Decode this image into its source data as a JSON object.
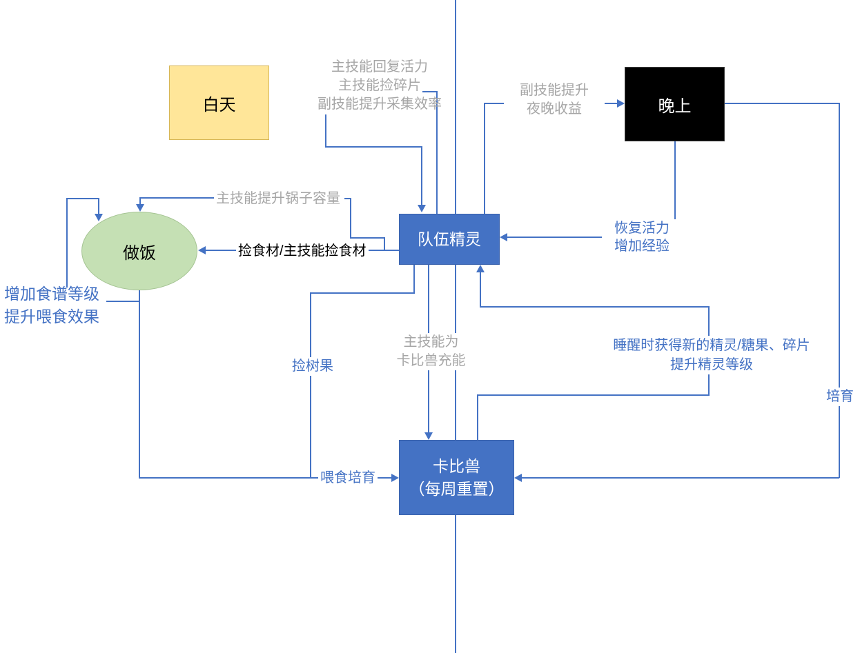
{
  "colors": {
    "line_blue": "#4472C4",
    "node_blue": "#4472C4",
    "day_yellow": "#FFE699",
    "night_black": "#000000",
    "cooking_green": "#C5E0B4",
    "label_gray": "#A6A6A6",
    "label_blue": "#4472C4"
  },
  "nodes": {
    "day": "白天",
    "night": "晚上",
    "team": "队伍精灵",
    "cooking": "做饭",
    "snorlax": {
      "line1": "卡比兽",
      "line2": "（每周重置）"
    }
  },
  "labels": {
    "team_skills": {
      "line1": "主技能回复活力",
      "line2": "主技能捡碎片",
      "line3": "副技能提升采集效率"
    },
    "night_bonus": {
      "line1": "副技能提升",
      "line2": "夜晚收益"
    },
    "pot_capacity": "主技能提升锅子容量",
    "ingredients": {
      "blue": "捡食材",
      "gray": "/主技能捡食材"
    },
    "recipe": {
      "line1": "增加食谱等级",
      "line2": "提升喂食效果"
    },
    "recover": {
      "line1": "恢复活力",
      "line2": "增加经验"
    },
    "berries": "捡树果",
    "charge": {
      "line1": "主技能为",
      "line2": "卡比兽充能"
    },
    "wake": {
      "line1": "睡醒时获得新的精灵/糖果、碎片",
      "line2": "提升精灵等级"
    },
    "feed": "喂食培育",
    "breed": "培育"
  }
}
